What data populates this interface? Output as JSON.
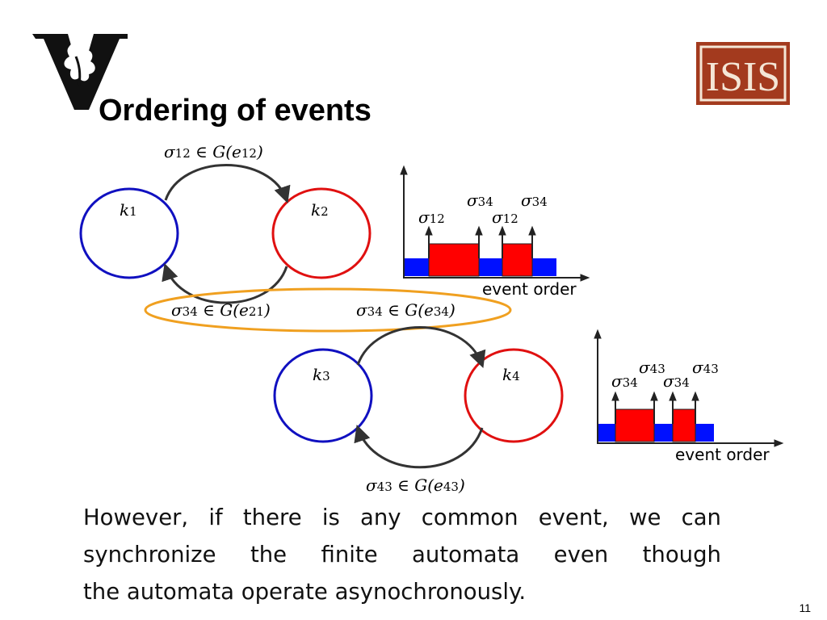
{
  "slide": {
    "title": "Ordering of events",
    "page_number": "11",
    "logo_left": "vanderbilt-v-logo",
    "logo_right_text": "ISIS",
    "logo_right_color": "#a33a1e"
  },
  "automaton_a": {
    "state1": {
      "sym": "k",
      "sub": "1"
    },
    "state2": {
      "sym": "k",
      "sub": "2"
    },
    "edge_top": {
      "s": "σ",
      "ss": "12",
      "mid": " ∈ G(e",
      "es": "12",
      "end": ")"
    },
    "edge_bottom": {
      "s": "σ",
      "ss": "34",
      "mid": " ∈ G(e",
      "es": "21",
      "end": ")"
    }
  },
  "automaton_b": {
    "state1": {
      "sym": "k",
      "sub": "3"
    },
    "state2": {
      "sym": "k",
      "sub": "4"
    },
    "edge_top": {
      "s": "σ",
      "ss": "34",
      "mid": " ∈ G(e",
      "es": "34",
      "end": ")"
    },
    "edge_bottom": {
      "s": "σ",
      "ss": "43",
      "mid": " ∈ G(e",
      "es": "43",
      "end": ")"
    }
  },
  "timeline_a": {
    "axis_label": "event order",
    "events": [
      {
        "s": "σ",
        "sub": "12"
      },
      {
        "s": "σ",
        "sub": "34"
      },
      {
        "s": "σ",
        "sub": "12"
      },
      {
        "s": "σ",
        "sub": "34"
      }
    ]
  },
  "timeline_b": {
    "axis_label": "event order",
    "events": [
      {
        "s": "σ",
        "sub": "34"
      },
      {
        "s": "σ",
        "sub": "43"
      },
      {
        "s": "σ",
        "sub": "34"
      },
      {
        "s": "σ",
        "sub": "43"
      }
    ]
  },
  "colors": {
    "blue_state": "#1010c0",
    "red_state": "#e01010",
    "highlight_ellipse": "#f0a020",
    "bar_blue": "#0010ff",
    "bar_red": "#ff0000"
  },
  "body": {
    "line1": "However, if there is any common event, we can",
    "line2": "synchronize the finite automata even though",
    "line3": "the automata operate asynochronously."
  }
}
